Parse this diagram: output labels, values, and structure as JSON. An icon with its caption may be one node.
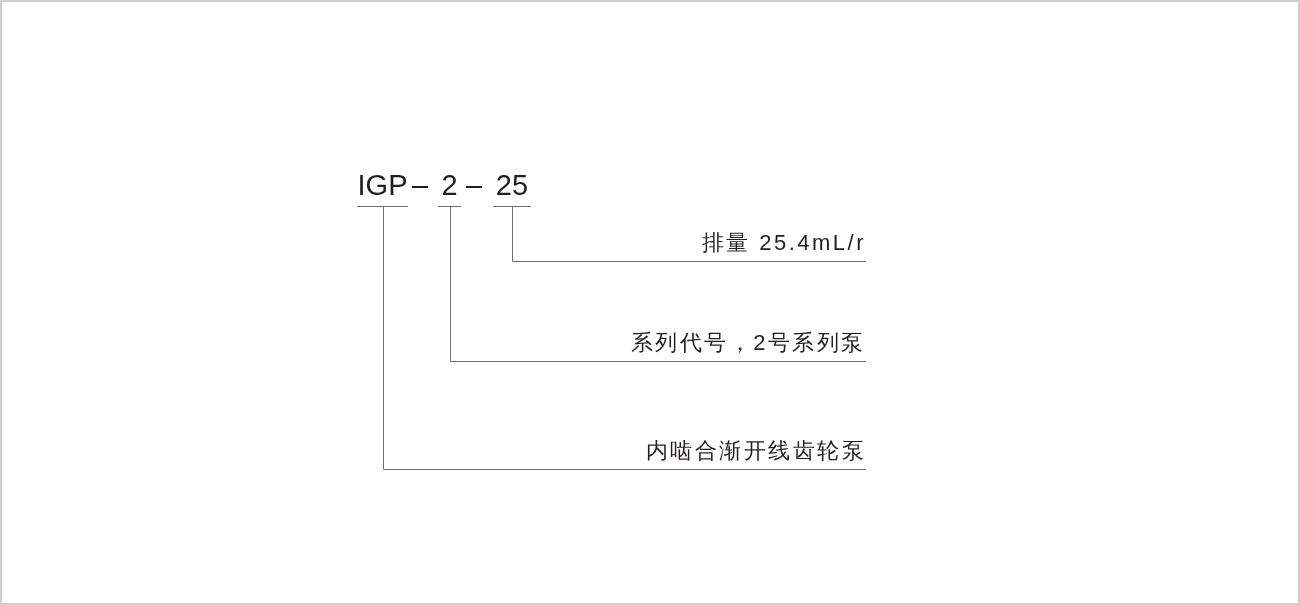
{
  "diagram": {
    "nodes": [
      {
        "text": [
          "IGP"
        ]
      },
      {
        "text": [
          "2"
        ]
      },
      {
        "text": [
          "25"
        ]
      },
      {
        "text": [
          "排量 25.4mL/r"
        ]
      },
      {
        "text": [
          "系列代号，2号系列泵"
        ]
      },
      {
        "text": [
          "内啮合渐开线齿轮泵"
        ]
      }
    ],
    "edges": [
      {
        "from": 3,
        "to": 2,
        "arrow": "none"
      },
      {
        "from": 4,
        "to": 1,
        "arrow": "none"
      },
      {
        "from": 5,
        "to": 0,
        "arrow": "none"
      }
    ],
    "labels": [
      "–",
      "–"
    ]
  }
}
